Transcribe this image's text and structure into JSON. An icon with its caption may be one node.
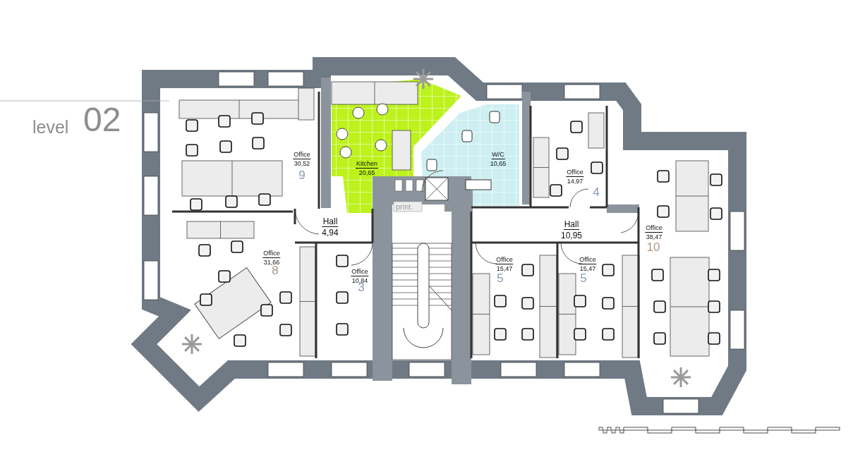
{
  "diagram": {
    "nodes": [
      {
        "text": [
          "Office",
          "30,52",
          "9"
        ]
      },
      {
        "text": [
          "Kitchen",
          "20,65"
        ]
      },
      {
        "text": [
          "W/C",
          "10,65"
        ]
      },
      {
        "text": [
          "Office",
          "14,97",
          "4"
        ]
      },
      {
        "text": [
          "Hall",
          "4,94"
        ]
      },
      {
        "text": [
          "Hall",
          "10,95"
        ]
      },
      {
        "text": [
          "Office",
          "38,47",
          "10"
        ]
      },
      {
        "text": [
          "Office",
          "31,66",
          "8"
        ]
      },
      {
        "text": [
          "Office",
          "10,84",
          "3"
        ]
      },
      {
        "text": [
          "Office",
          "15,47",
          "5"
        ]
      },
      {
        "text": [
          "Office",
          "15,47",
          "5"
        ]
      }
    ],
    "labels": [
      "level",
      "02",
      "print."
    ]
  }
}
